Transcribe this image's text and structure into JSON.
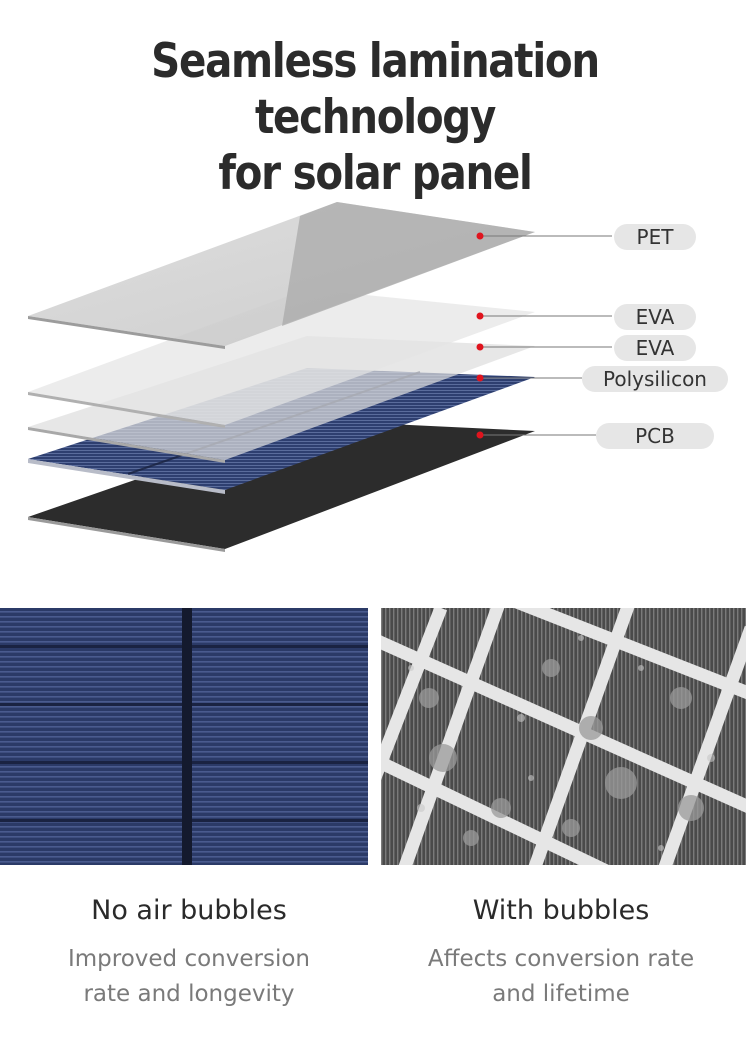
{
  "title": {
    "line1": "Seamless lamination technology",
    "line2": "for solar panel"
  },
  "layers": [
    {
      "label": "PET"
    },
    {
      "label": "EVA"
    },
    {
      "label": "EVA"
    },
    {
      "label": "Polysilicon"
    },
    {
      "label": "PCB"
    }
  ],
  "comparison": {
    "left": {
      "heading": "No air bubbles",
      "line1": "Improved conversion",
      "line2": "rate and longevity"
    },
    "right": {
      "heading": "With bubbles",
      "line1": "Affects conversion rate",
      "line2": "and lifetime"
    }
  },
  "colors": {
    "title": "#2b2b2b",
    "pointer": "#e0141e",
    "pill": "#e6e6e6",
    "cell_blue": "#2a3a66",
    "pcb": "#2b2b2b"
  }
}
